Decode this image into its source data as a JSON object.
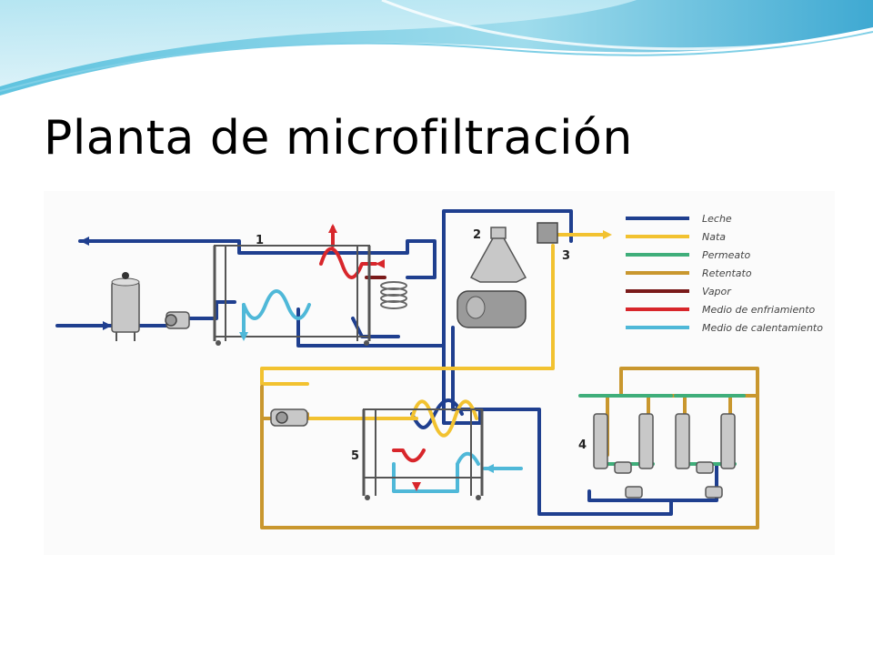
{
  "title": "Planta de microfiltración",
  "colors": {
    "leche": "#1f3f8f",
    "nata": "#f2c230",
    "permeato": "#3fae7a",
    "retentato": "#c9972e",
    "vapor": "#7a1a1a",
    "enfriamiento": "#d8262b",
    "calentamiento": "#4fb8d8"
  },
  "legend": [
    {
      "label": "Leche",
      "color": "#1f3f8f"
    },
    {
      "label": "Nata",
      "color": "#f2c230"
    },
    {
      "label": "Permeato",
      "color": "#3fae7a"
    },
    {
      "label": "Retentato",
      "color": "#c9972e"
    },
    {
      "label": "Vapor",
      "color": "#7a1a1a"
    },
    {
      "label": "Medio de enfriamiento",
      "color": "#d8262b"
    },
    {
      "label": "Medio de calentamiento",
      "color": "#4fb8d8"
    }
  ],
  "labels": {
    "n1": "1",
    "n2": "2",
    "n3": "3",
    "n4": "4",
    "n5": "5"
  }
}
